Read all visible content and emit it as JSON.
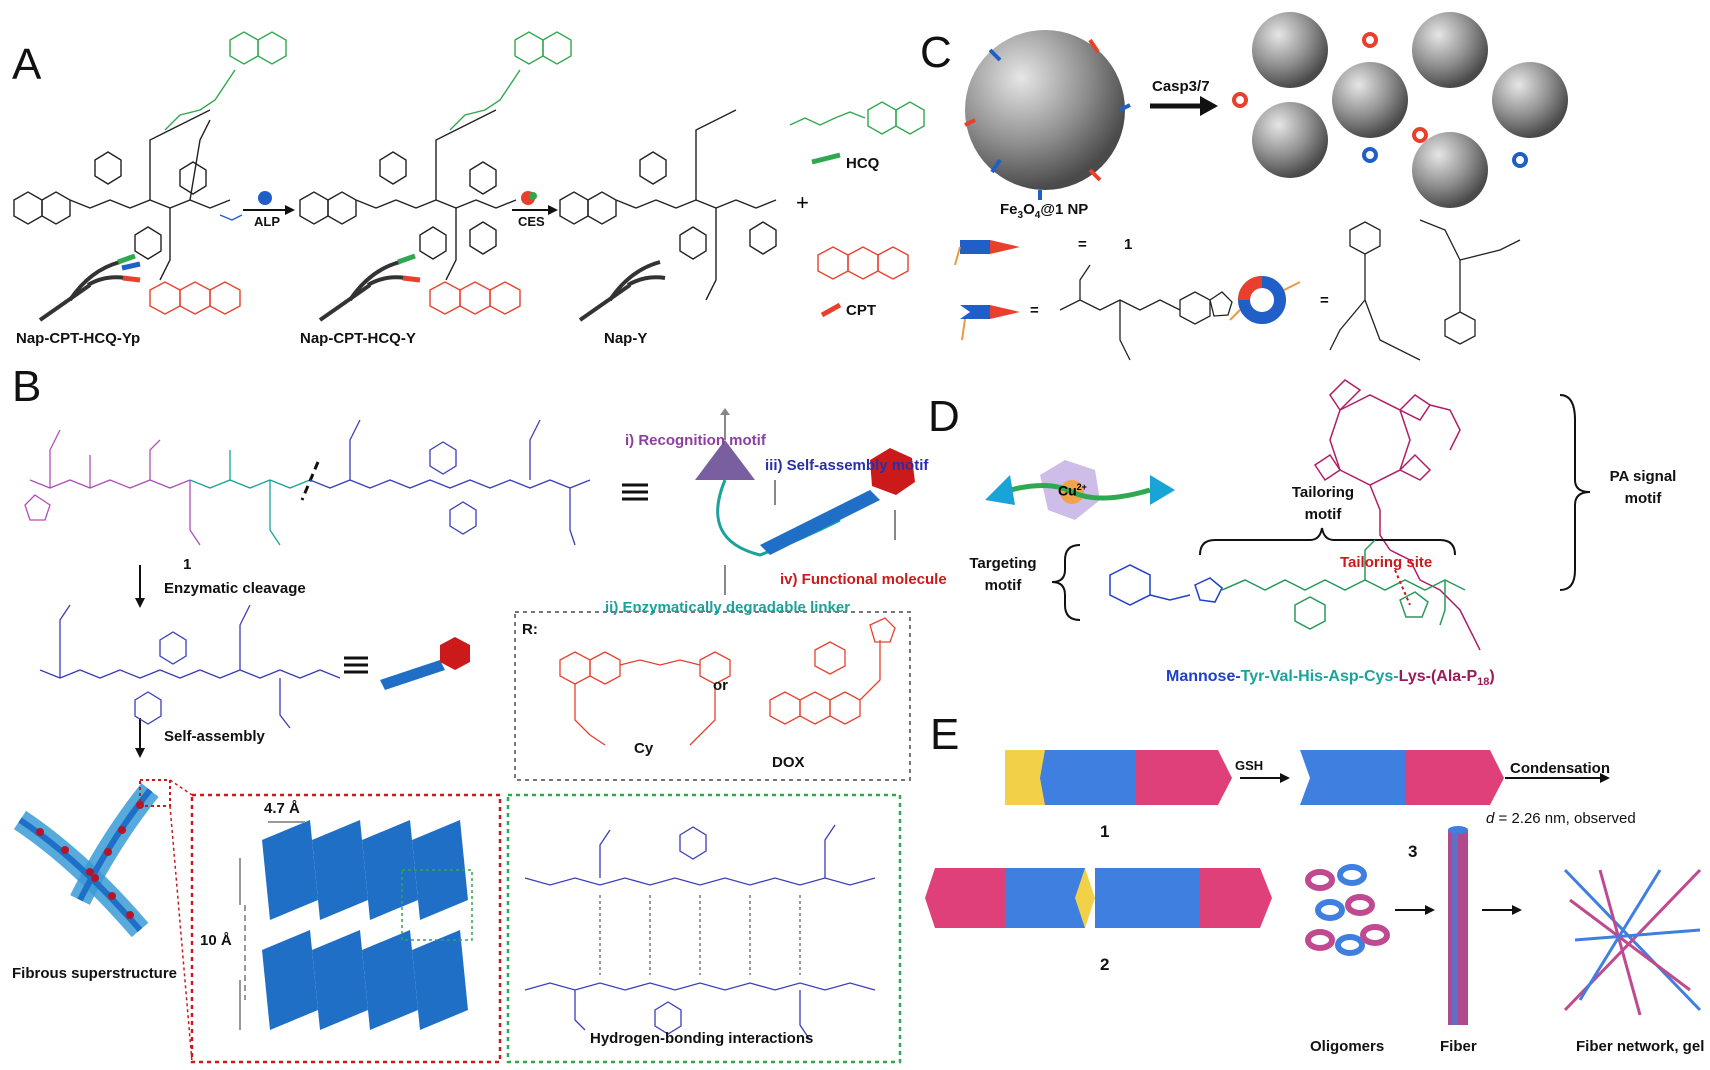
{
  "panels": {
    "A": {
      "letter": "A",
      "compounds": [
        "Nap-CPT-HCQ-Yp",
        "Nap-CPT-HCQ-Y",
        "Nap-Y"
      ],
      "enzymes": [
        "ALP",
        "CES"
      ],
      "plus": "+",
      "products": [
        "HCQ",
        "CPT"
      ]
    },
    "B": {
      "letter": "B",
      "compound_number": "1",
      "steps": [
        "Enzymatic cleavage",
        "Self-assembly"
      ],
      "motifs": {
        "recognition": "i) Recognition motif",
        "linker": "ii) Enzymatically degradable linker",
        "self_assembly": "iii) Self-assembly motif",
        "functional": "iv) Functional molecule"
      },
      "r_label": "R:",
      "r_options": [
        "Cy",
        "or",
        "DOX"
      ],
      "superstructure": "Fibrous superstructure",
      "spacing_a": "4.7 Å",
      "spacing_b": "10 Å",
      "hbond": "Hydrogen-bonding interactions"
    },
    "C": {
      "letter": "C",
      "enzyme": "Casp3/7",
      "nanoparticle": "Fe",
      "np_sub1": "3",
      "np_mid": "O",
      "np_sub2": "4",
      "np_tail": "@1 NP",
      "eq": "=",
      "compound": "1"
    },
    "D": {
      "letter": "D",
      "metal": "Cu",
      "metal_charge": "2+",
      "tailoring_motif": "Tailoring\nmotif",
      "tailoring_site": "Tailoring site",
      "targeting_motif": "Targeting\nmotif",
      "pa_signal": "PA signal\nmotif",
      "sequence": {
        "mannose": "Mannose-",
        "peptide": "Tyr-Val-His-Asp-Cys-",
        "lys": "Lys-(Ala-P",
        "sub": "18",
        "close": ")"
      }
    },
    "E": {
      "letter": "E",
      "reagent": "GSH",
      "step": "Condensation",
      "compounds": [
        "1",
        "2",
        "3"
      ],
      "observed_prefix": "d",
      "observed": " = 2.26 nm, observed",
      "stages": [
        "Oligomers",
        "Fiber",
        "Fiber network, gel"
      ]
    }
  },
  "colors": {
    "green": "#2fa84f",
    "red": "#e8402c",
    "blue": "#1f5fc7",
    "purple": "#b04fb6",
    "teal": "#1aa39a",
    "pink": "#e0407a",
    "yellow": "#f2d047",
    "maroon": "#9b1a5a"
  }
}
